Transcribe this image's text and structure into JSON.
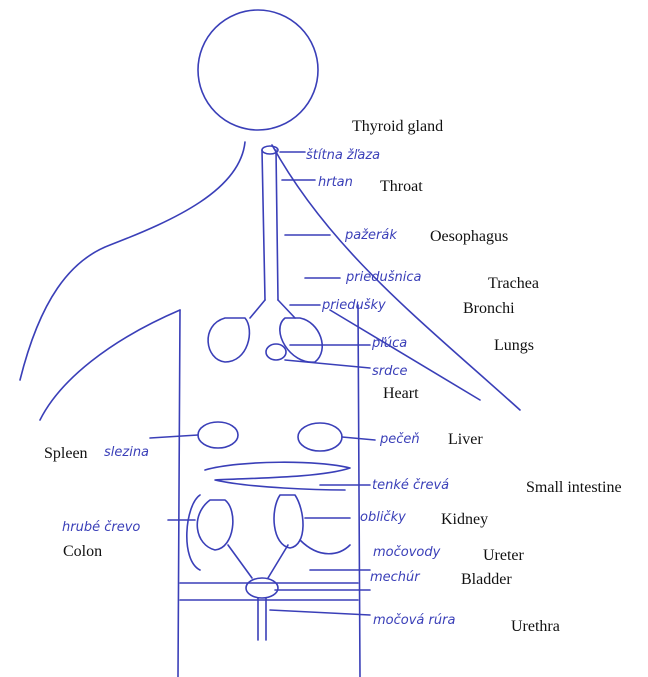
{
  "english_labels": {
    "thyroid": "Thyroid gland",
    "throat": "Throat",
    "oesophagus": "Oesophagus",
    "trachea": "Trachea",
    "bronchi": "Bronchi",
    "lungs": "Lungs",
    "heart": "Heart",
    "spleen": "Spleen",
    "liver": "Liver",
    "small_intestine": "Small intestine",
    "kidney": "Kidney",
    "colon": "Colon",
    "ureter": "Ureter",
    "bladder": "Bladder",
    "urethra": "Urethra"
  },
  "handwritten_labels": {
    "thyroid": "štítna žľaza",
    "throat": "hrtan",
    "oesophagus": "pažerák",
    "trachea": "priedušnica",
    "bronchi": "priedušky",
    "lungs": "pľúca",
    "heart": "srdce",
    "spleen": "slezina",
    "liver": "pečeň",
    "small_intestine": "tenké črevá",
    "kidney": "obličky",
    "colon": "hrubé črevo",
    "ureter": "močovody",
    "bladder": "mechúr",
    "urethra": "močová rúra"
  },
  "colors": {
    "ink": "#3a3fb8",
    "print": "#111111",
    "background": "#ffffff"
  }
}
